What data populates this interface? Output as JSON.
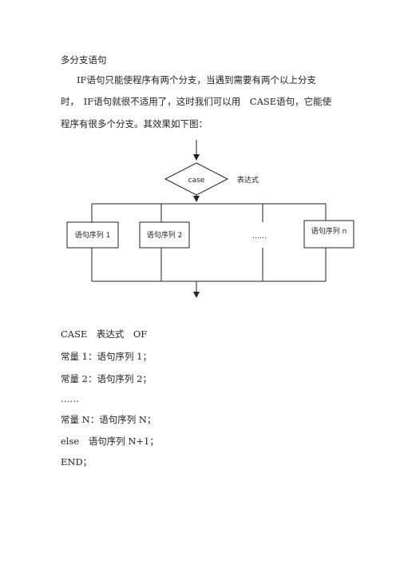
{
  "heading": "多分支语句",
  "paragraph": {
    "line1": "IF语句只能使程序有两个分支，当遇到需要有两个以上分支",
    "line2": "时，　IF语句就很不适用了，这时我们可以用　CASE语句，它能使",
    "line3": "程序有很多个分支。其效果如下图："
  },
  "flowchart": {
    "decision_label": "case",
    "expression_label": "表达式",
    "branches": [
      "语句序列 1",
      "语句序列 2",
      "……",
      "语句序列 n"
    ]
  },
  "code": [
    "CASE　表达式　OF",
    "常量 1：语句序列 1；",
    "常量 2：语句序列 2；",
    "……",
    "常量 N：语句序列 N；",
    "else　语句序列 N+1；",
    "END；"
  ]
}
